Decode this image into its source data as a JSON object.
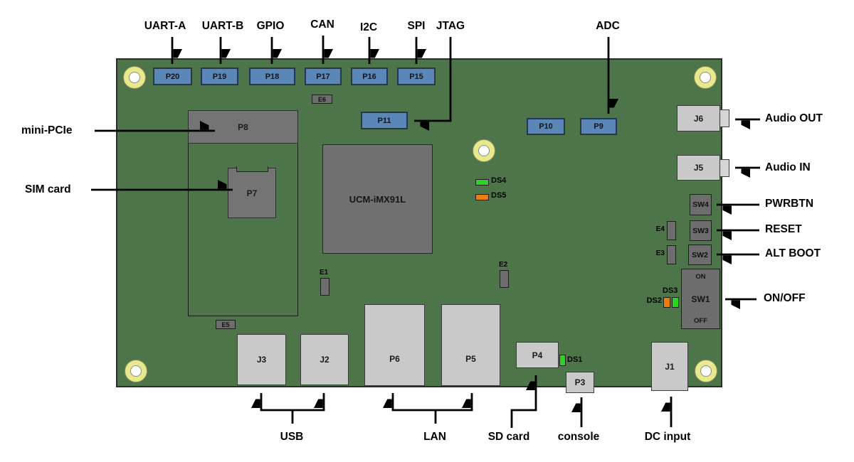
{
  "diagram": {
    "module": "UCM-iMX91L"
  },
  "callouts": {
    "uart_a": "UART-A",
    "uart_b": "UART-B",
    "gpio": "GPIO",
    "can": "CAN",
    "i2c": "I2C",
    "spi": "SPI",
    "jtag": "JTAG",
    "adc": "ADC",
    "mini_pcie": "mini-PCIe",
    "sim_card": "SIM card",
    "audio_out": "Audio OUT",
    "audio_in": "Audio IN",
    "pwrbtn": "PWRBTN",
    "reset": "RESET",
    "alt_boot": "ALT BOOT",
    "on_off": "ON/OFF",
    "usb": "USB",
    "lan": "LAN",
    "sd_card": "SD card",
    "console": "console",
    "dc_input": "DC input"
  },
  "connectors": {
    "p20": "P20",
    "p19": "P19",
    "p18": "P18",
    "p17": "P17",
    "p16": "P16",
    "p15": "P15",
    "p11": "P11",
    "p10": "P10",
    "p9": "P9",
    "p8": "P8",
    "p7": "P7",
    "j3": "J3",
    "j2": "J2",
    "p6": "P6",
    "p5": "P5",
    "p4": "P4",
    "p3": "P3",
    "j1": "J1",
    "j6": "J6",
    "j5": "J5"
  },
  "switches": {
    "sw4": "SW4",
    "sw3": "SW3",
    "sw2": "SW2",
    "sw1": "SW1",
    "sw1_on": "ON",
    "sw1_off": "OFF"
  },
  "leds": {
    "ds1": "DS1",
    "ds2": "DS2",
    "ds3": "DS3",
    "ds4": "DS4",
    "ds5": "DS5"
  },
  "test_points": {
    "e1": "E1",
    "e2": "E2",
    "e3": "E3",
    "e4": "E4",
    "e5": "E5",
    "e6": "E6"
  },
  "colors": {
    "board_green": "#4e7549",
    "connector_blue": "#5b87b8",
    "connector_gray": "#c9c9c9",
    "component_dark": "#747474",
    "led_green": "#2bd422",
    "led_orange": "#ee7c0e",
    "hole_ring": "#e8e98c"
  }
}
